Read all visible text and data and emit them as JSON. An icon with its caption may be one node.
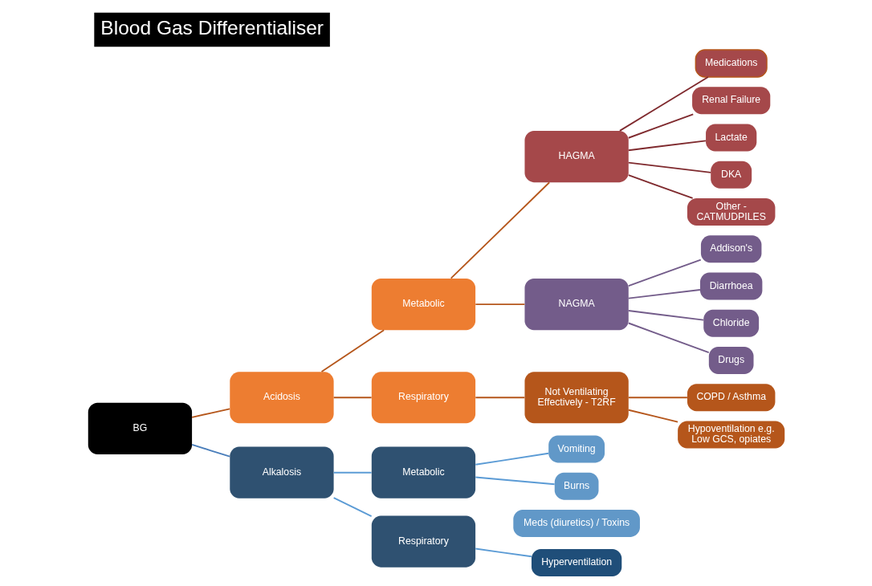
{
  "diagram": {
    "title": "Blood Gas Differentialiser",
    "nodes": [
      {
        "text": [
          "BG"
        ]
      },
      {
        "text": [
          "Acidosis"
        ]
      },
      {
        "text": [
          "Metabolic"
        ]
      },
      {
        "text": [
          "HAGMA"
        ]
      },
      {
        "text": [
          "Medications"
        ]
      },
      {
        "text": [
          "Renal Failure"
        ]
      },
      {
        "text": [
          "Lactate"
        ]
      },
      {
        "text": [
          "DKA"
        ]
      },
      {
        "text": [
          "Other - CATMUDPILES"
        ]
      },
      {
        "text": [
          "NAGMA"
        ]
      },
      {
        "text": [
          "Addison's"
        ]
      },
      {
        "text": [
          "Diarrhoea"
        ]
      },
      {
        "text": [
          "Chloride"
        ]
      },
      {
        "text": [
          "Drugs"
        ]
      },
      {
        "text": [
          "Respiratory"
        ]
      },
      {
        "text": [
          "Not Ventilating Effectively - T2RF"
        ]
      },
      {
        "text": [
          "COPD / Asthma"
        ]
      },
      {
        "text": [
          "Hypoventilation e.g. Low GCS, opiates"
        ]
      },
      {
        "text": [
          "Alkalosis"
        ]
      },
      {
        "text": [
          "Metabolic"
        ]
      },
      {
        "text": [
          "Vomiting"
        ]
      },
      {
        "text": [
          "Burns"
        ]
      },
      {
        "text": [
          "Meds (diuretics) / Toxins"
        ]
      },
      {
        "text": [
          "Respiratory"
        ]
      },
      {
        "text": [
          "Hyperventilation"
        ]
      }
    ],
    "edges": [
      {
        "from": 0,
        "to": 1,
        "arrow": "none"
      },
      {
        "from": 0,
        "to": 18,
        "arrow": "none",
        "color": "#4a7ebb"
      },
      {
        "from": 1,
        "to": 2,
        "arrow": "none"
      },
      {
        "from": 1,
        "to": 14,
        "arrow": "none"
      },
      {
        "from": 2,
        "to": 3,
        "arrow": "none"
      },
      {
        "from": 2,
        "to": 9,
        "arrow": "none"
      },
      {
        "from": 3,
        "to": 4,
        "arrow": "none",
        "color": "#7f2a2e"
      },
      {
        "from": 3,
        "to": 5,
        "arrow": "none",
        "color": "#7f2a2e"
      },
      {
        "from": 3,
        "to": 6,
        "arrow": "none",
        "color": "#7f2a2e"
      },
      {
        "from": 3,
        "to": 7,
        "arrow": "none",
        "color": "#7f2a2e"
      },
      {
        "from": 3,
        "to": 8,
        "arrow": "none",
        "color": "#7f2a2e"
      },
      {
        "from": 9,
        "to": 10,
        "arrow": "none",
        "color": "#735c8a"
      },
      {
        "from": 9,
        "to": 11,
        "arrow": "none",
        "color": "#735c8a"
      },
      {
        "from": 9,
        "to": 12,
        "arrow": "none",
        "color": "#735c8a"
      },
      {
        "from": 9,
        "to": 13,
        "arrow": "none",
        "color": "#735c8a"
      },
      {
        "from": 14,
        "to": 15,
        "arrow": "none"
      },
      {
        "from": 15,
        "to": 16,
        "arrow": "none"
      },
      {
        "from": 15,
        "to": 17,
        "arrow": "none"
      },
      {
        "from": 18,
        "to": 19,
        "arrow": "none",
        "color": "#5b9bd5"
      },
      {
        "from": 18,
        "to": 23,
        "arrow": "none",
        "color": "#5b9bd5"
      },
      {
        "from": 19,
        "to": 20,
        "arrow": "none",
        "color": "#5b9bd5"
      },
      {
        "from": 19,
        "to": 21,
        "arrow": "none",
        "color": "#5b9bd5"
      },
      {
        "from": 23,
        "to": 24,
        "arrow": "none",
        "color": "#5b9bd5"
      }
    ]
  }
}
